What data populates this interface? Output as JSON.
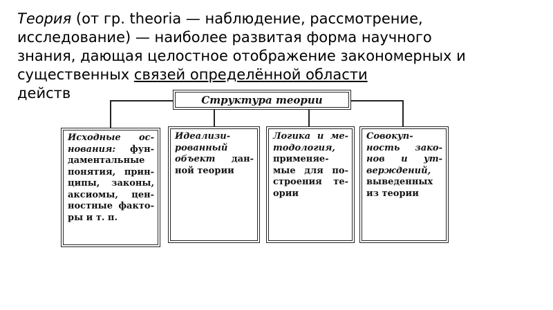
{
  "paragraph": {
    "l1_italic": "Теория",
    "l1_rest": " (от гр. theoria — наблюдение, рассмотрение,",
    "l2": "исследование) — наиболее развитая форма научного",
    "l3": "знания, дающая целостное отображение закономерных и",
    "l4_plain": "существенных ",
    "l4_underlined": "связей определённой области",
    "l5": "действ"
  },
  "diagram": {
    "title": "Структура теории",
    "boxes": [
      {
        "term": "Исходные ос-нования:",
        "rest": "фун-даментальные понятия, прин-ципы, законы, аксиомы, цен-ностные факто-ры и т. п."
      },
      {
        "term": "Идеализи-рованный объект",
        "rest": "дан-ной теории"
      },
      {
        "term": "Логика и ме-тодология,",
        "rest": "применяе-мые для по-строения те-ории"
      },
      {
        "term": "Совокуп-ность зако-нов и ут-верждений,",
        "rest": "выведенных из теории"
      }
    ]
  },
  "colors": {
    "ink": "#222222",
    "background": "#ffffff"
  }
}
